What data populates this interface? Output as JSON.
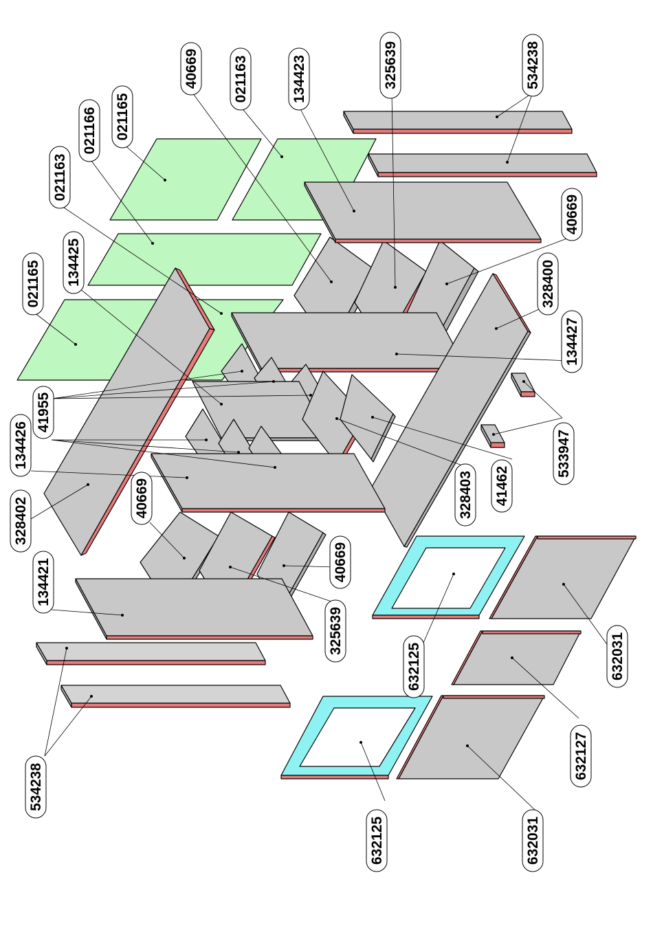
{
  "diagram": {
    "colors": {
      "panel_grey": "#c8c8c8",
      "panel_edge_red": "#e87a7a",
      "glass_green": "#bff7c0",
      "frame_cyan": "#8ef2f2",
      "outline": "#000000"
    },
    "labels": [
      {
        "id": "l1",
        "text": "534238"
      },
      {
        "id": "l2",
        "text": "325639"
      },
      {
        "id": "l3",
        "text": "134423"
      },
      {
        "id": "l4",
        "text": "021163"
      },
      {
        "id": "l5",
        "text": "40669"
      },
      {
        "id": "l6",
        "text": "021165"
      },
      {
        "id": "l7",
        "text": "021166"
      },
      {
        "id": "l8",
        "text": "021163"
      },
      {
        "id": "l9",
        "text": "134425"
      },
      {
        "id": "l10",
        "text": "021165"
      },
      {
        "id": "l11",
        "text": "41955"
      },
      {
        "id": "l12",
        "text": "134426"
      },
      {
        "id": "l13",
        "text": "328402"
      },
      {
        "id": "l14",
        "text": "40669"
      },
      {
        "id": "l15",
        "text": "134421"
      },
      {
        "id": "l16",
        "text": "534238"
      },
      {
        "id": "l17",
        "text": "40669"
      },
      {
        "id": "l18",
        "text": "328400"
      },
      {
        "id": "l19",
        "text": "134427"
      },
      {
        "id": "l20",
        "text": "533947"
      },
      {
        "id": "l21",
        "text": "41462"
      },
      {
        "id": "l22",
        "text": "328403"
      },
      {
        "id": "l23",
        "text": "40669"
      },
      {
        "id": "l24",
        "text": "325639"
      },
      {
        "id": "l25",
        "text": "632125"
      },
      {
        "id": "l26",
        "text": "632031"
      },
      {
        "id": "l27",
        "text": "632127"
      },
      {
        "id": "l28",
        "text": "632125"
      },
      {
        "id": "l29",
        "text": "632031"
      }
    ]
  }
}
